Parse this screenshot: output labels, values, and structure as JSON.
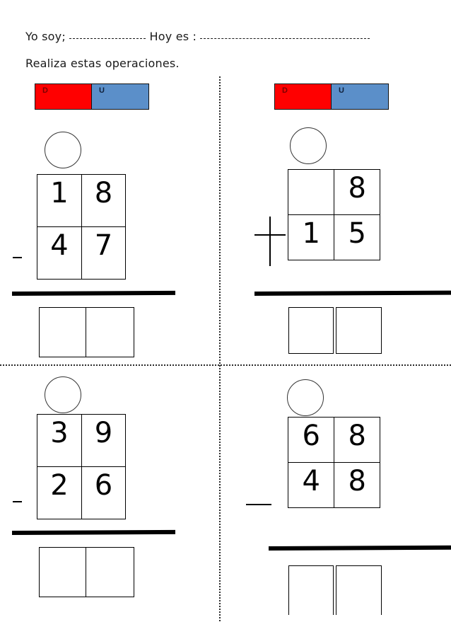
{
  "document": {
    "language": "es",
    "title": "Hoja de operaciones",
    "header": {
      "identity_prefix": "Yo soy;",
      "date_prefix": "Hoy es :",
      "instruction": "Realiza estas operaciones.",
      "name_blank_value": "",
      "date_blank_value": ""
    },
    "place_value_header": {
      "tens_label": "D",
      "units_label": "U",
      "tens_color": "#ff0000",
      "units_color": "#5b8fc9",
      "tens_text_color": "#7a0000",
      "units_text_color": "#10203a"
    },
    "colors": {
      "ink": "#000000",
      "paper": "#ffffff",
      "divider": "#2b2b2b",
      "red": "#ff0000",
      "blue": "#5b8fc9"
    },
    "operator_glyphs": {
      "minus": "−",
      "plus": "+"
    },
    "problems": [
      {
        "id": "problem-1",
        "position": "top-left",
        "operator": "minus",
        "operator_symbol": "−",
        "has_place_value_header": true,
        "has_carry_circle": true,
        "top_row": {
          "tens": "1",
          "units": "8"
        },
        "bottom_row": {
          "tens": "4",
          "units": "7"
        },
        "answer_row": {
          "tens": "",
          "units": ""
        },
        "answer_box_style": "joined",
        "clipped": false
      },
      {
        "id": "problem-2",
        "position": "top-right",
        "operator": "plus",
        "operator_symbol": "+",
        "has_place_value_header": true,
        "has_carry_circle": true,
        "top_row": {
          "tens": "",
          "units": "8"
        },
        "bottom_row": {
          "tens": "1",
          "units": "5"
        },
        "answer_row": {
          "tens": "",
          "units": ""
        },
        "answer_box_style": "split",
        "clipped": false
      },
      {
        "id": "problem-3",
        "position": "bottom-left",
        "operator": "minus",
        "operator_symbol": "−",
        "has_place_value_header": false,
        "has_carry_circle": true,
        "top_row": {
          "tens": "3",
          "units": "9"
        },
        "bottom_row": {
          "tens": "2",
          "units": "6"
        },
        "answer_row": {
          "tens": "",
          "units": ""
        },
        "answer_box_style": "joined",
        "clipped": false
      },
      {
        "id": "problem-4",
        "position": "bottom-right",
        "operator": "minus",
        "operator_symbol": "−",
        "has_place_value_header": false,
        "has_carry_circle": true,
        "top_row": {
          "tens": "6",
          "units": "8"
        },
        "bottom_row": {
          "tens": "4",
          "units": "8"
        },
        "answer_row": {
          "tens": "",
          "units": ""
        },
        "answer_box_style": "split",
        "clipped": true
      }
    ]
  }
}
